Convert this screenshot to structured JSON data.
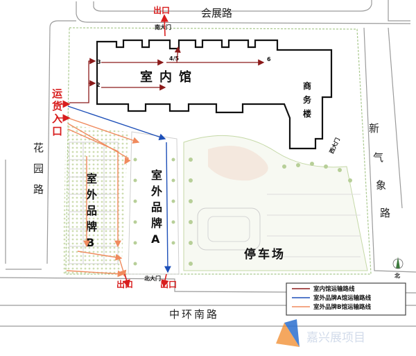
{
  "roads": {
    "north": "会展路",
    "south": "中环南路",
    "west": "花园路",
    "east": "新气象路"
  },
  "halls": {
    "indoor": "室内馆",
    "business_building": "商务楼",
    "outdoor_a": "室外品牌A馆",
    "outdoor_b": "室外品牌B馆",
    "parking": "停车场"
  },
  "gates": {
    "south_gate": "南大门",
    "north_gate": "北大门",
    "west_gate": "西大门"
  },
  "exits": {
    "exit_top": "出口",
    "exit_bottom_left": "出口",
    "exit_bottom_right": "出口"
  },
  "cargo_entrance": "运货入口",
  "door_numbers": {
    "d3": "3",
    "d2": "2",
    "d45": "4/5",
    "d6": "6"
  },
  "compass": "北",
  "legend": {
    "items": [
      {
        "label": "室内馆运输路线",
        "color": "#8b1a1a"
      },
      {
        "label": "室外品牌A馆运输路线",
        "color": "#1d4fb8"
      },
      {
        "label": "室外品牌B馆运输路线",
        "color": "#f08a5d"
      }
    ]
  },
  "watermark": "嘉兴展项目"
}
